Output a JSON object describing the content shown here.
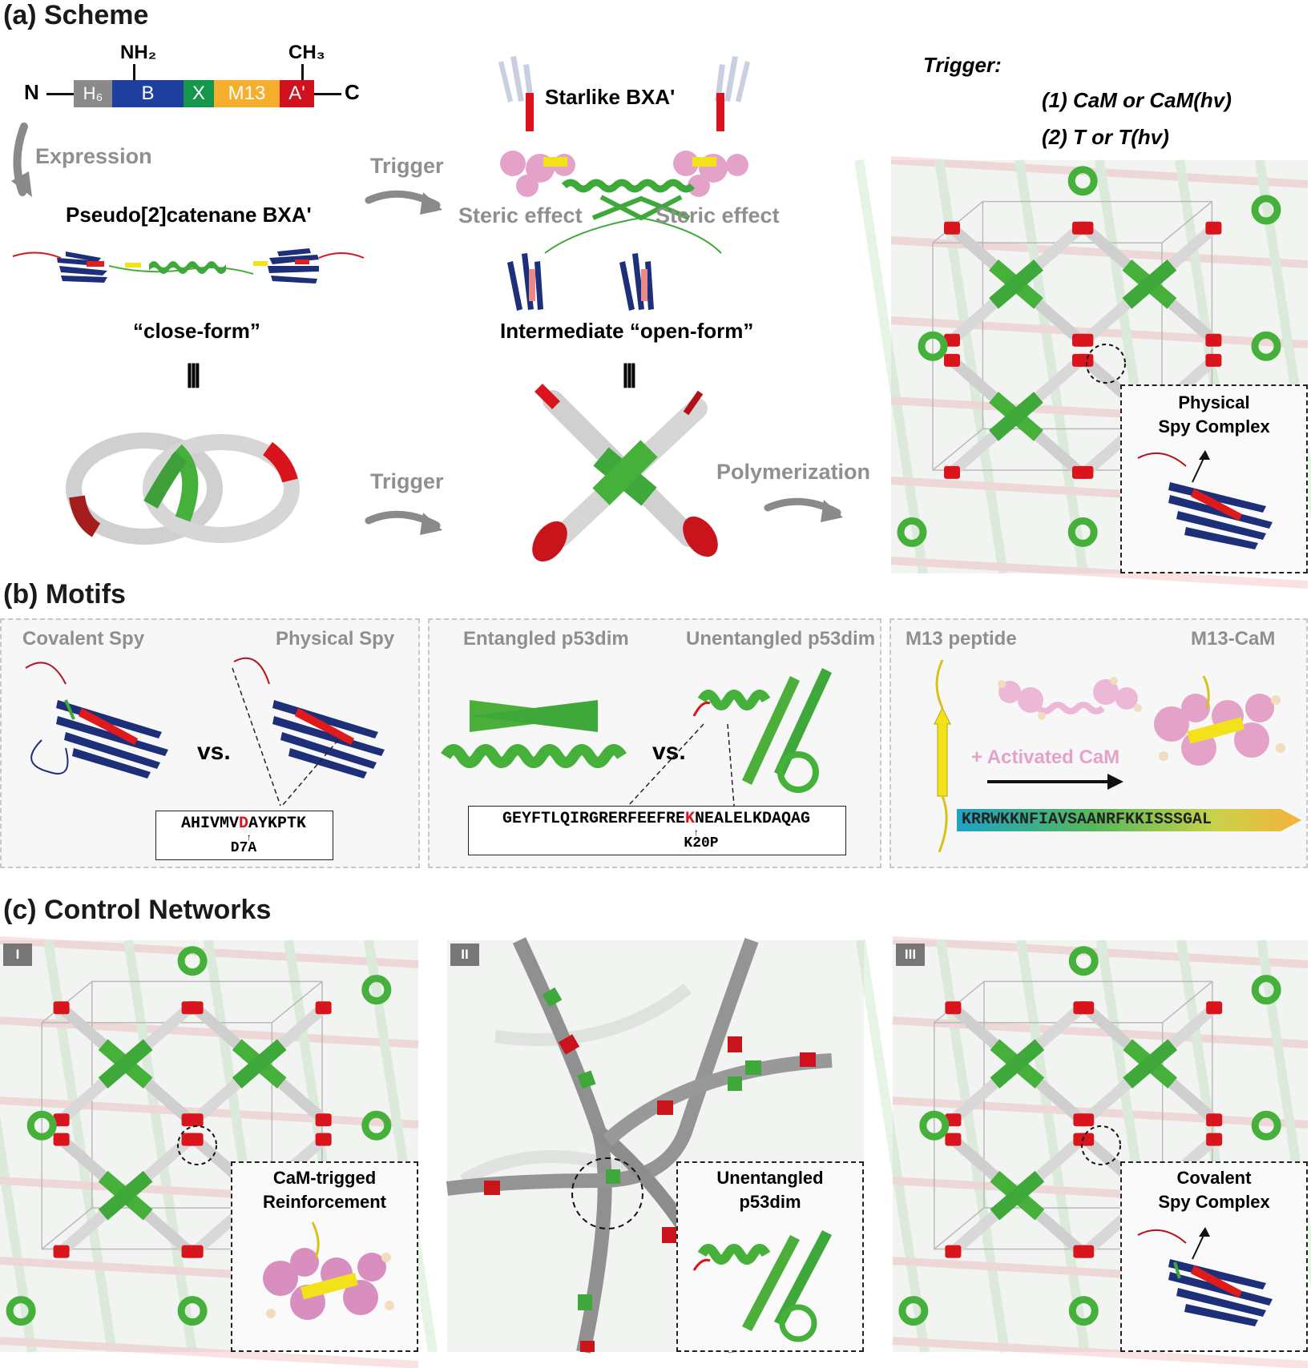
{
  "section_a": {
    "title": "(a) Scheme",
    "construct": {
      "n_term": "N",
      "c_term": "C",
      "nh2": "NH₂",
      "ch3": "CH₃",
      "segments": [
        {
          "label": "H₆",
          "color": "#8a8a8a"
        },
        {
          "label": "B",
          "color": "#1f3f9e"
        },
        {
          "label": "X",
          "color": "#14974a"
        },
        {
          "label": "M13",
          "color": "#f6ae2d"
        },
        {
          "label": "A'",
          "color": "#d0121f"
        }
      ]
    },
    "expression": "Expression",
    "pseudo_title": "Pseudo[2]catenane BXA'",
    "close_form": "“close-form”",
    "trigger_1": "Trigger",
    "starlike": "Starlike BXA'",
    "steric_left": "Steric effect",
    "steric_right": "Steric effect",
    "open_form": "Intermediate “open-form”",
    "equiv_1": "|||",
    "equiv_2": "|||",
    "trigger_2": "Trigger",
    "polymerization": "Polymerization",
    "trigger_header": "Trigger:",
    "trigger_item_1": "(1) CaM or CaM(hv)",
    "trigger_item_2": "(2) T or T(hv)",
    "inset_label": "Physical\nSpy Complex"
  },
  "section_b": {
    "title": "(b) Motifs",
    "panel1": {
      "left": "Covalent Spy",
      "right": "Physical Spy",
      "vs": "vs.",
      "seq_pre": "AHIVMV",
      "seq_mut": "D",
      "seq_post": "AYKPTK",
      "mutation": "D7A"
    },
    "panel2": {
      "left": "Entangled p53dim",
      "right": "Unentangled p53dim",
      "vs": "vs.",
      "seq_pre": "GEYFTLQIRGRERFEEFRE",
      "seq_mut": "K",
      "seq_post": "NEALELKDAQAG",
      "mutation": "K20P"
    },
    "panel3": {
      "left": "M13 peptide",
      "right": "M13-CaM",
      "activated": "+ Activated CaM",
      "sequence": "KRRWKKNFIAVSAANRFKKISSSGAL"
    }
  },
  "section_c": {
    "title": "(c) Control Networks",
    "panels": [
      {
        "roman": "I",
        "inset": "CaM-trigged\nReinforcement"
      },
      {
        "roman": "II",
        "inset": "Unentangled\np53dim"
      },
      {
        "roman": "III",
        "inset": "Covalent\nSpy Complex"
      }
    ]
  },
  "colors": {
    "green": "#45b03a",
    "red": "#d9141c",
    "navy": "#1e2f7a",
    "pink": "#e5a2c9",
    "yellow": "#f3e21a",
    "tube": "#cfcfcf"
  }
}
